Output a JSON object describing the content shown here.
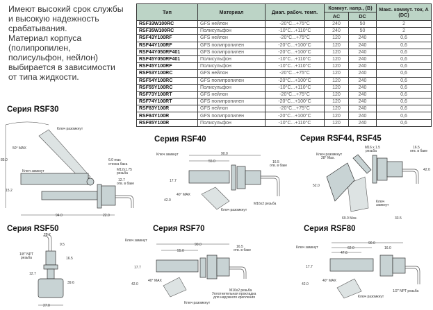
{
  "intro": [
    "Имеют высокий срок службы",
    "и высокую надежность",
    "срабатывания.",
    "Материал корпуса",
    "(полипропилен,",
    "полисульфон, нейлон)",
    "выбирается в зависимости",
    "от типа жидкости."
  ],
  "table": {
    "headers": {
      "type": "Тип",
      "material": "Материал",
      "temp": "Диап. рабоч. темп.",
      "voltage": "Коммут. напр., (В)",
      "ac": "AC",
      "dc": "DC",
      "current": "Макс. коммут. ток, А (DC)"
    },
    "header_color": "#bcd4c6",
    "rows": [
      [
        "RSF33W100RC",
        "GFS нейлон",
        "-20°C...+75°C",
        "240",
        "50",
        "2"
      ],
      [
        "RSF35W100RC",
        "Полисульфон",
        "-10°C...+110°C",
        "240",
        "50",
        "2"
      ],
      [
        "RSF43Y100RF",
        "GFS нейлон",
        "-20°C...+75°C",
        "120",
        "240",
        "0,6"
      ],
      [
        "RSF44Y100RF",
        "GFS полипропилен",
        "-20°C...+100°C",
        "120",
        "240",
        "0,6"
      ],
      [
        "RSF44Y050RF401",
        "GFS полипропилен",
        "-20°C...+100°C",
        "120",
        "240",
        "0,6"
      ],
      [
        "RSF45Y050RF401",
        "Полисульфон",
        "-10°C...+110°C",
        "120",
        "240",
        "0,6"
      ],
      [
        "RSF45Y100RF",
        "Полисульфон",
        "-10°C...+110°C",
        "120",
        "240",
        "0,6"
      ],
      [
        "RSF53Y100RC",
        "GFS нейлон",
        "-20°C...+75°C",
        "120",
        "240",
        "0,6"
      ],
      [
        "RSF54Y100RC",
        "GFS полипропилен",
        "-20°C...+100°C",
        "120",
        "240",
        "0,6"
      ],
      [
        "RSF55Y100RC",
        "Полисульфон",
        "-10°C...+110°C",
        "120",
        "240",
        "0,6"
      ],
      [
        "RSF73Y100RT",
        "GFS нейлон",
        "-20°C...+75°C",
        "120",
        "240",
        "0,6"
      ],
      [
        "RSF74Y100RT",
        "GFS полипропилен",
        "-20°C...+100°C",
        "120",
        "240",
        "0,6"
      ],
      [
        "RSF83Y100R",
        "GFS нейлон",
        "-20°C...+75°C",
        "120",
        "240",
        "0,6"
      ],
      [
        "RSF84Y100R",
        "GFS полипропилен",
        "-20°C...+100°C",
        "120",
        "240",
        "0,6"
      ],
      [
        "RSF85Y100R",
        "Полисульфон",
        "-10°C...+110°C",
        "120",
        "240",
        "0,6"
      ]
    ]
  },
  "rsf30": {
    "title": "Серия RSF30",
    "open": "Ключ разомкнут",
    "angle": "50° MAX",
    "h": "85.0",
    "closed": "Ключ замкнут",
    "wall1": "6.0 max",
    "wall2": "стенка бака",
    "thread1": "M12x1.75",
    "thread2": "резьба",
    "hole": "12.7",
    "hole2": "отв. в баке",
    "d1": "15.2",
    "len": "94.0",
    "len2": "22.0"
  },
  "rsf40": {
    "title": "Серия RSF40",
    "closed": "Ключ замкнут",
    "len": "90.0",
    "len2": "55.0",
    "hole": "16.5",
    "hole2": "отв. в баке",
    "d": "17.7",
    "angle": "40° MAX",
    "h": "42.0",
    "thread": "M16x2 резьба",
    "open": "Ключ разомкнут"
  },
  "rsf44": {
    "title": "Серия RSF44, RSF45",
    "thread1": "M16 x 1.5",
    "thread2": "резьба",
    "open": "Ключ разомкнут",
    "angle": "28° Max.",
    "hole": "16.5",
    "hole2": "отв. в баке",
    "h": "42.0",
    "h2": "52.0",
    "closed1": "Ключ",
    "closed2": "замкнут",
    "len": "69.0 Max.",
    "len2": "33.5"
  },
  "rsf50": {
    "title": "Серия RSF50",
    "d1": "12.7",
    "d2": "9.5",
    "thread1": "1/8\" NPT",
    "thread2": "резьба",
    "h1": "16.5",
    "d3": "12.7",
    "h2": "39.6",
    "w": "27.0"
  },
  "rsf70": {
    "title": "Серия RSF70",
    "closed": "Ключ замкнут",
    "len": "90.0",
    "len2": "55.0",
    "hole": "16.5",
    "hole2": "отв. в баке",
    "d": "17.7",
    "angle": "40° MAX",
    "h": "42.0",
    "thread": "M16x2 резьба",
    "gasket1": "Уплотнительная прокладка",
    "gasket2": "для наружного крепления",
    "open": "Ключ разомкнут"
  },
  "rsf80": {
    "title": "Серия RSF80",
    "closed": "Ключ замкнут",
    "len": "90.0",
    "len2": "62.0",
    "len3": "16.0",
    "len4": "47.6",
    "d": "17.7",
    "h": "42.0",
    "angle": "40° MAX",
    "thread": "1/2\" NPT резьба",
    "open": "Ключ разомкнут"
  }
}
